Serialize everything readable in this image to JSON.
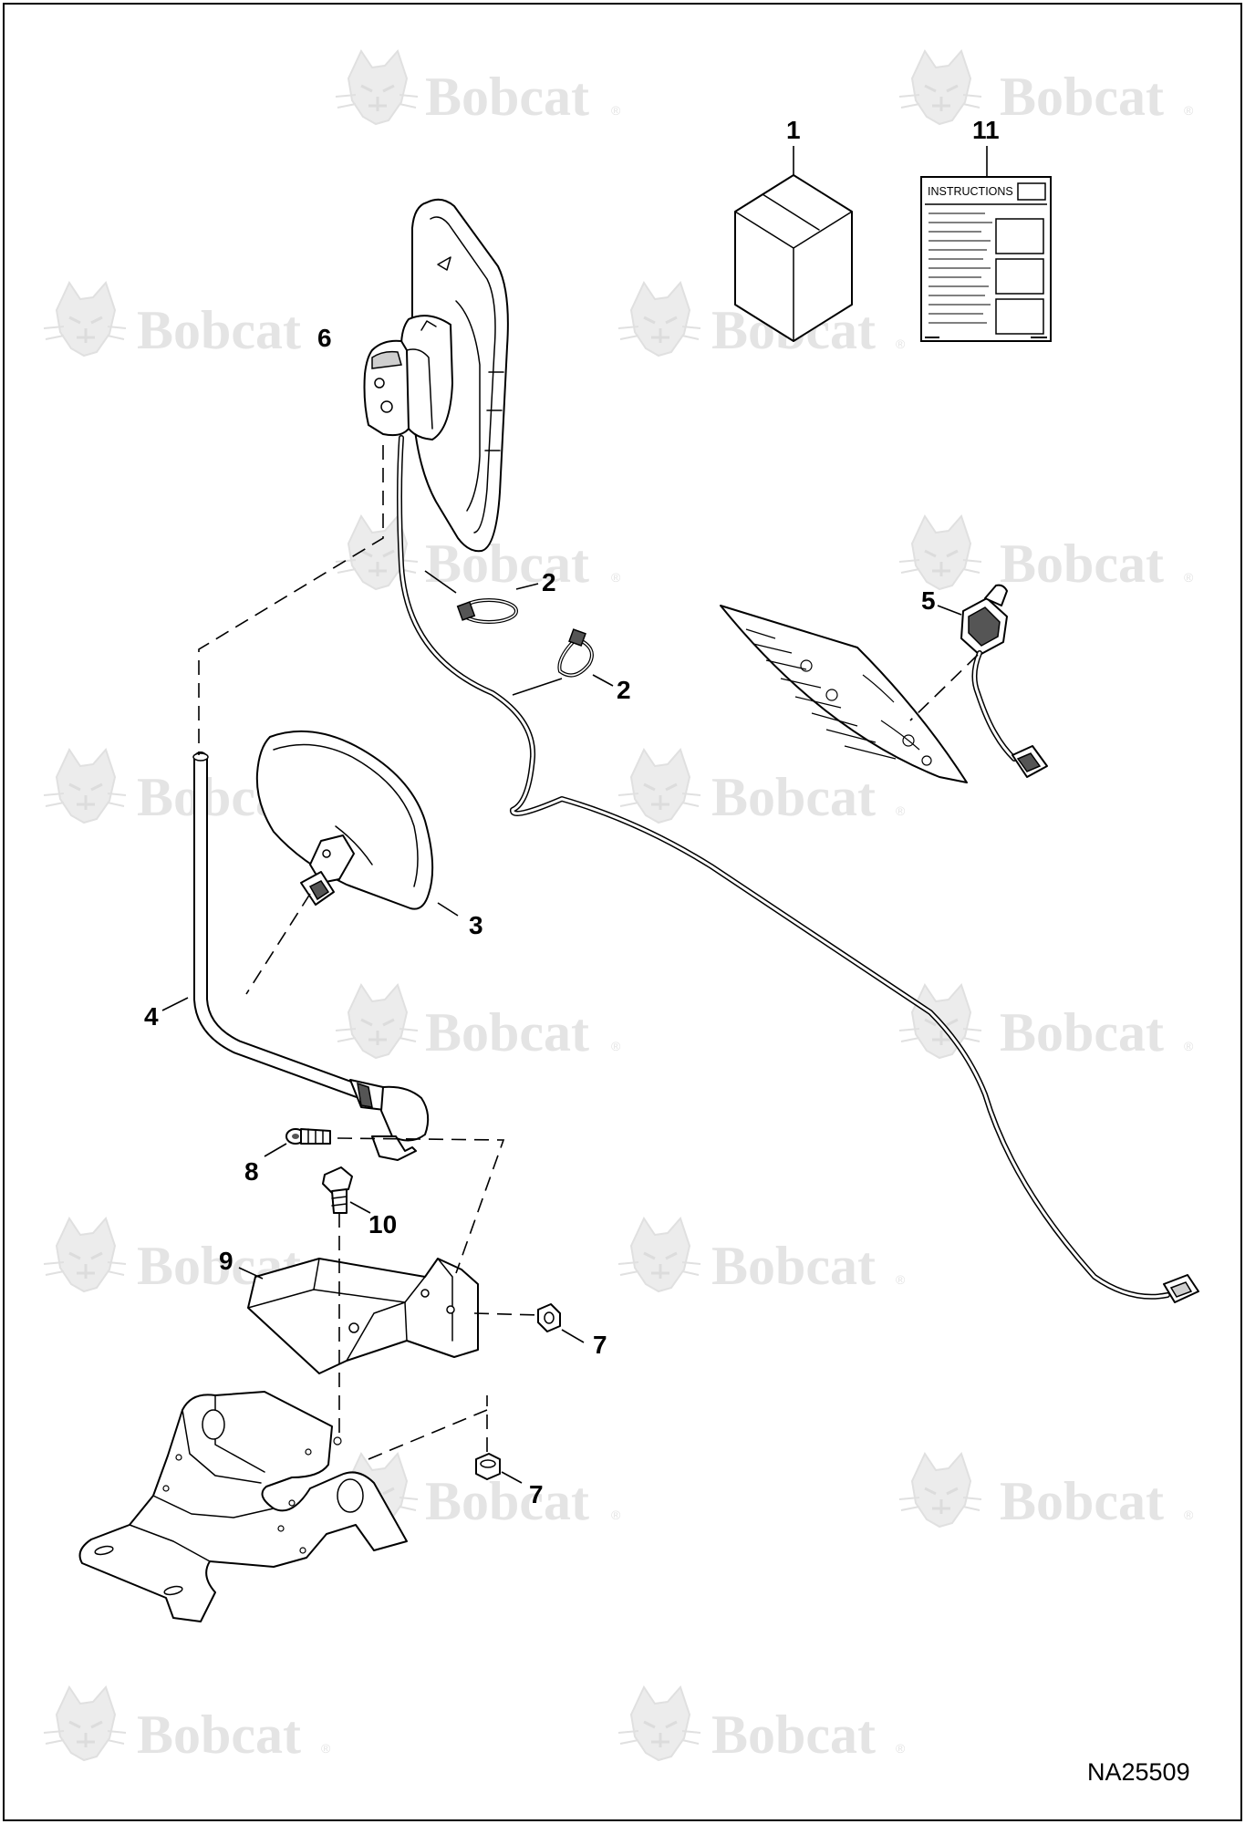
{
  "watermark": {
    "text": "Bobcat",
    "reg_mark": "®"
  },
  "instructions_sheet": {
    "title": "INSTRUCTIONS"
  },
  "callouts": {
    "c1": "1",
    "c2a": "2",
    "c2b": "2",
    "c3": "3",
    "c4": "4",
    "c5": "5",
    "c6": "6",
    "c7a": "7",
    "c7b": "7",
    "c8": "8",
    "c9": "9",
    "c10": "10",
    "c11": "11"
  },
  "drawing_code": "NA25509",
  "colors": {
    "line": "#000000",
    "watermark": "#e4e4e4",
    "background": "#ffffff"
  }
}
